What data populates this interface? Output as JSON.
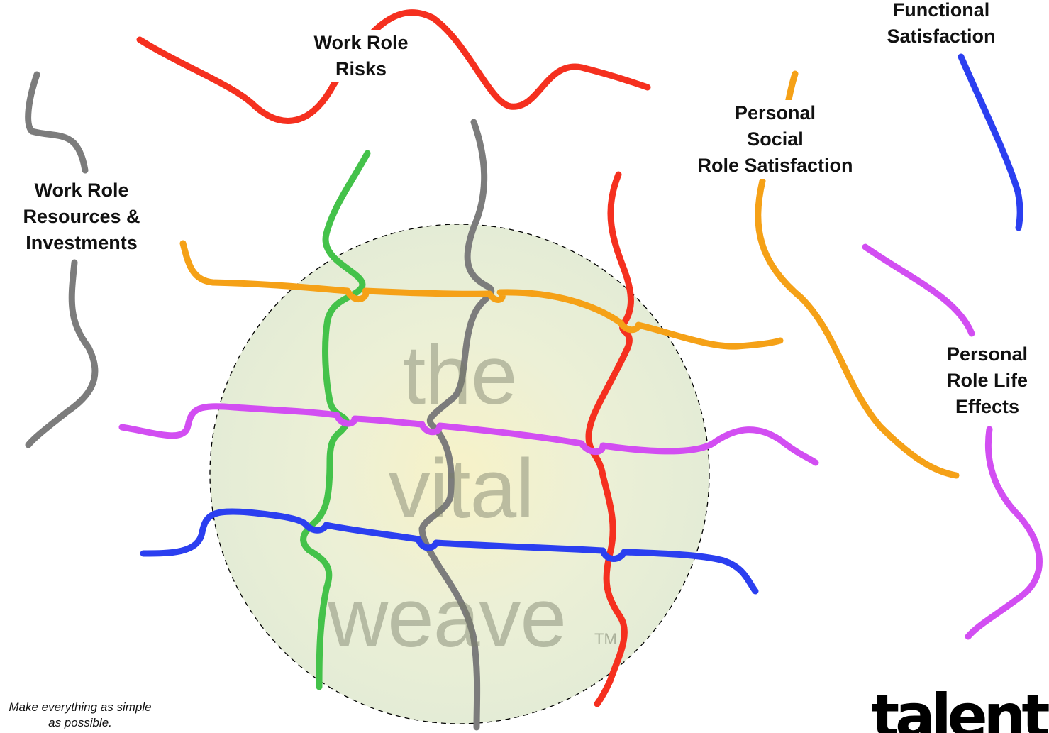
{
  "diagram": {
    "title_words": {
      "the": "the",
      "vital": "vital",
      "weave": "weave",
      "trademark": "TM"
    },
    "labels": {
      "work_role_risks": "Work Role\nRisks",
      "work_role_resources": "Work Role\nResources &\nInvestments",
      "functional_satisfaction": "Functional\nSatisfaction",
      "personal_social_role_satisfaction": "Personal\nSocial\nRole Satisfaction",
      "personal_role_life_effects": "Personal\nRole Life\nEffects"
    },
    "quote": "Make everything as simple\nas possible.",
    "logo_text": "talent",
    "thread_colors": {
      "red": "#f5301f",
      "gray": "#7c7c7c",
      "green": "#44c24a",
      "orange": "#f5a117",
      "purple": "#d24ef2",
      "blue": "#2b3ff0"
    },
    "circle_fill": "#e8efd8"
  }
}
